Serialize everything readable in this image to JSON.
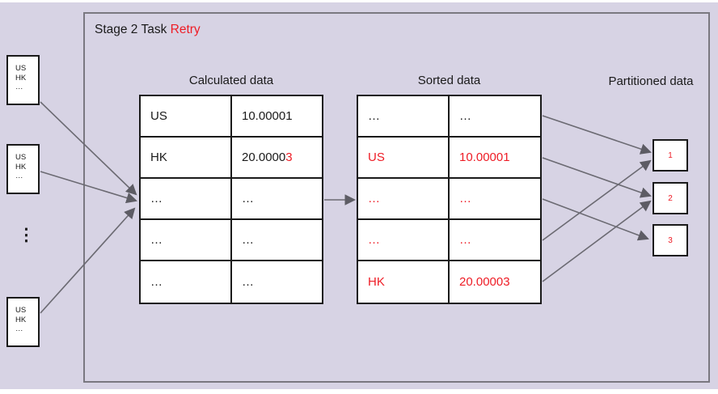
{
  "colors": {
    "background": "#d7d3e4",
    "accent_red": "#ee1c25",
    "text_black": "#1a1a1a",
    "arrow_gray": "#636169",
    "container_border": "#7a7880"
  },
  "title": {
    "text": "Stage 2 Task ",
    "highlight": "Retry"
  },
  "input_blocks": [
    {
      "lines": [
        "US",
        "HK",
        "…"
      ]
    },
    {
      "lines": [
        "US",
        "HK",
        "…"
      ]
    },
    {
      "lines": [
        "US",
        "HK",
        "…"
      ]
    }
  ],
  "vertical_ellipsis_icon": "⋮",
  "calculated_table": {
    "title": "Calculated data",
    "rows": [
      {
        "col1": "US",
        "col2": "10.00001",
        "col2_suffix": ""
      },
      {
        "col1": "HK",
        "col2": "20.0000",
        "col2_suffix": "3"
      },
      {
        "col1": "…",
        "col2": "…",
        "col2_suffix": ""
      },
      {
        "col1": "…",
        "col2": "…",
        "col2_suffix": ""
      },
      {
        "col1": "…",
        "col2": "…",
        "col2_suffix": ""
      }
    ]
  },
  "sorted_table": {
    "title": "Sorted data",
    "rows": [
      {
        "col1": "…",
        "col2": "…",
        "color": "#1a1a1a"
      },
      {
        "col1": "US",
        "col2": "10.00001",
        "color": "#ee1c25"
      },
      {
        "col1": "…",
        "col2": "…",
        "color": "#ee1c25"
      },
      {
        "col1": "…",
        "col2": "…",
        "color": "#ee1c25"
      },
      {
        "col1": "HK",
        "col2": "20.00003",
        "color": "#ee1c25"
      }
    ]
  },
  "partitioned": {
    "title": "Partitioned data",
    "boxes": [
      {
        "label": "1"
      },
      {
        "label": "2"
      },
      {
        "label": "3"
      }
    ]
  }
}
